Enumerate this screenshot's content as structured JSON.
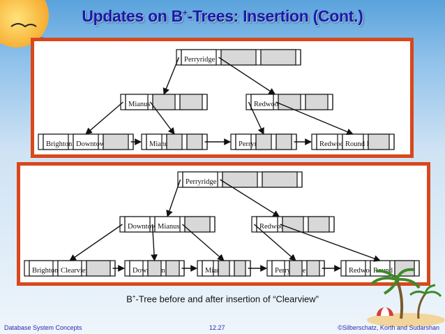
{
  "title": {
    "main": "Updates on B",
    "sup": "+",
    "rest": "-Trees:  Insertion (Cont.)"
  },
  "before": {
    "root": [
      "Perryridge"
    ],
    "internal": [
      [
        "Mianus"
      ],
      [
        "Redwood"
      ]
    ],
    "leaves": [
      [
        "Brighton",
        "Downtown"
      ],
      [
        "Mianus"
      ],
      [
        "Perryridge"
      ],
      [
        "Redwood",
        "Round Hill"
      ]
    ]
  },
  "after": {
    "root": [
      "Perryridge"
    ],
    "internal": [
      [
        "Downtown",
        "Mianus"
      ],
      [
        "Redwood"
      ]
    ],
    "leaves": [
      [
        "Brighton",
        "Clearview"
      ],
      [
        "Downtown"
      ],
      [
        "Mianus"
      ],
      [
        "Perryridge"
      ],
      [
        "Redwood",
        "Round Hill"
      ]
    ]
  },
  "caption": {
    "b": "B",
    "sup": "+",
    "rest": "-Tree before and after insertion of “Clearview”"
  },
  "footer": {
    "left": "Database System Concepts",
    "center": "12.27",
    "right": "©Silberschatz, Korth and Sudarshan"
  },
  "colors": {
    "border": "#d8481c",
    "title": "#1a1aa8",
    "node_fill": "#d8d8d8"
  }
}
